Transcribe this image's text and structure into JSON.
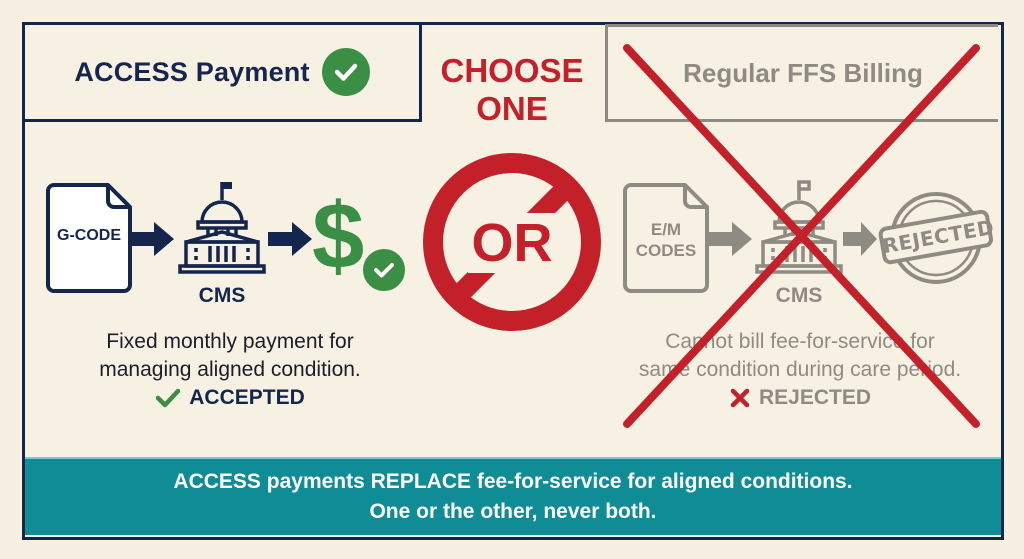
{
  "colors": {
    "navy": "#14264d",
    "red": "#c3202a",
    "green": "#3b8f44",
    "gray": "#8e8b83",
    "teal": "#0f8c95",
    "background": "#f7f1e3"
  },
  "left_option": {
    "title": "ACCESS Payment",
    "title_icon": "check-circle-icon",
    "flow": [
      {
        "type": "document",
        "label": "G-CODE"
      },
      {
        "type": "arrow"
      },
      {
        "type": "building",
        "label": "CMS"
      },
      {
        "type": "arrow"
      },
      {
        "type": "dollar-check",
        "label": "$"
      }
    ],
    "caption_line1": "Fixed monthly payment for",
    "caption_line2": "managing aligned condition.",
    "status_icon": "checkmark-icon",
    "status": "ACCEPTED"
  },
  "center": {
    "heading_line1": "CHOOSE",
    "heading_line2": "ONE",
    "symbol_text": "OR",
    "symbol_icon": "prohibition-icon"
  },
  "right_option": {
    "title": "Regular FFS Billing",
    "crossed_out": true,
    "flow": [
      {
        "type": "document",
        "label_line1": "E/M",
        "label_line2": "CODES"
      },
      {
        "type": "arrow"
      },
      {
        "type": "building",
        "label": "CMS"
      },
      {
        "type": "arrow"
      },
      {
        "type": "stamp",
        "label": "REJECTED"
      }
    ],
    "caption_line1": "Cannot bill fee-for-service for",
    "caption_line2": "same condition during care period.",
    "status_icon": "x-mark-icon",
    "status": "REJECTED"
  },
  "footer": {
    "line1": "ACCESS payments REPLACE fee-for-service for aligned conditions.",
    "line2": "One or the other, never both."
  }
}
